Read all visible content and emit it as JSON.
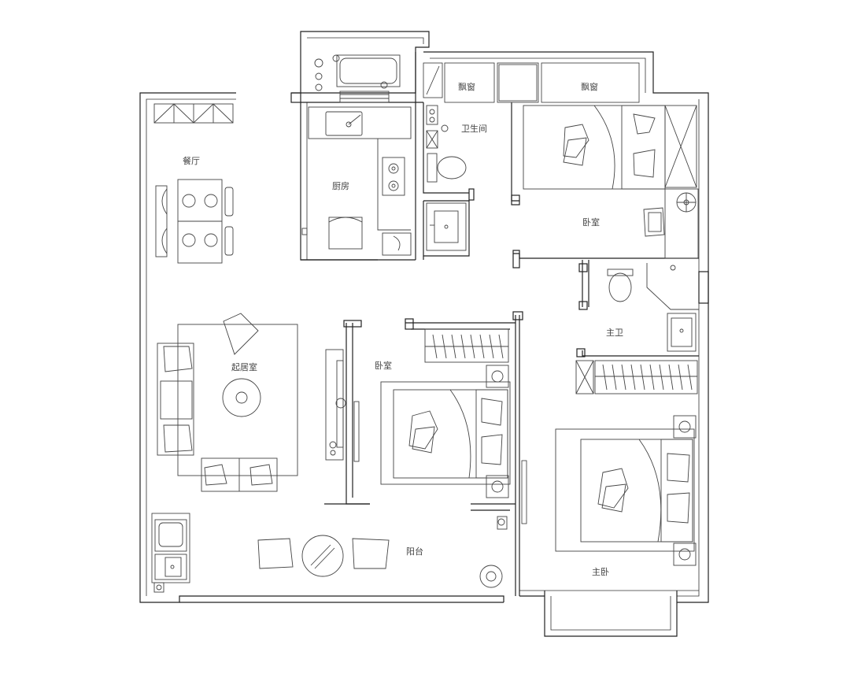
{
  "rooms": [
    {
      "id": "bay-window-1",
      "label": "飘窗"
    },
    {
      "id": "bay-window-2",
      "label": "飘窗"
    },
    {
      "id": "bathroom",
      "label": "卫生间"
    },
    {
      "id": "dining",
      "label": "餐厅"
    },
    {
      "id": "kitchen",
      "label": "厨房"
    },
    {
      "id": "bedroom-north",
      "label": "卧室"
    },
    {
      "id": "master-bath",
      "label": "主卫"
    },
    {
      "id": "living",
      "label": "起居室"
    },
    {
      "id": "bedroom-middle",
      "label": "卧室"
    },
    {
      "id": "balcony",
      "label": "阳台"
    },
    {
      "id": "master-bedroom",
      "label": "主卧"
    }
  ]
}
